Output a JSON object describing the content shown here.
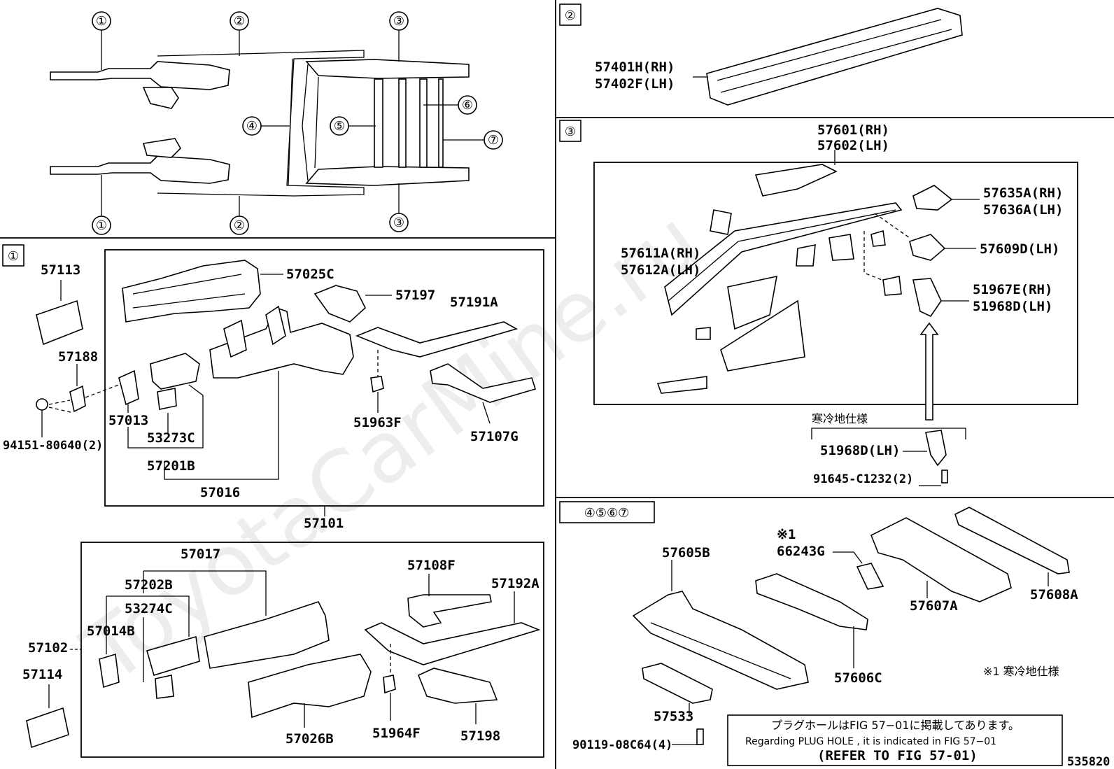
{
  "watermark": "ToyotaCarMine.ru",
  "figure_id": "535820",
  "cold_spec_jp": "寒冷地仕様",
  "note_marker": "※1",
  "note_text": "※1 寒冷地仕様",
  "overview": {
    "callouts": [
      "①",
      "②",
      "③",
      "④",
      "⑤",
      "⑥",
      "⑦"
    ]
  },
  "sections": {
    "s1": {
      "tag": "①"
    },
    "s2": {
      "tag": "②"
    },
    "s3": {
      "tag": "③"
    },
    "s4": {
      "tag": "④⑤⑥⑦"
    }
  },
  "parts": {
    "p57113": "57113",
    "p57188": "57188",
    "p94151": "94151-80640(2)",
    "p57025C": "57025C",
    "p57197": "57197",
    "p57191A": "57191A",
    "p57013": "57013",
    "p53273C": "53273C",
    "p57201B": "57201B",
    "p57016": "57016",
    "p51963F": "51963F",
    "p57107G": "57107G",
    "p57101": "57101",
    "p57017": "57017",
    "p57202B": "57202B",
    "p53274C": "53274C",
    "p57014B": "57014B",
    "p57102": "57102",
    "p57114": "57114",
    "p57108F": "57108F",
    "p57192A": "57192A",
    "p57026B": "57026B",
    "p51964F": "51964F",
    "p57198": "57198",
    "p57401H": "57401H(RH)",
    "p57402F": "57402F(LH)",
    "p57601": "57601(RH)",
    "p57602": "57602(LH)",
    "p57635A": "57635A(RH)",
    "p57636A": "57636A(LH)",
    "p57609D": "57609D(LH)",
    "p57611A": "57611A(RH)",
    "p57612A": "57612A(LH)",
    "p51967E": "51967E(RH)",
    "p51968D_box": "51968D(LH)",
    "p51968D": "51968D(LH)",
    "p91645": "91645-C1232(2)",
    "p57605B": "57605B",
    "p66243G": "66243G",
    "p57607A": "57607A",
    "p57608A": "57608A",
    "p57606C": "57606C",
    "p57533": "57533",
    "p90119": "90119-08C64(4)"
  },
  "plug_note": {
    "jp": "プラグホールはFIG 57−01に掲載してあります。",
    "en": "Regarding PLUG HOLE , it is indicated in FIG 57−01",
    "ref": "(REFER TO FIG 57-01)"
  }
}
